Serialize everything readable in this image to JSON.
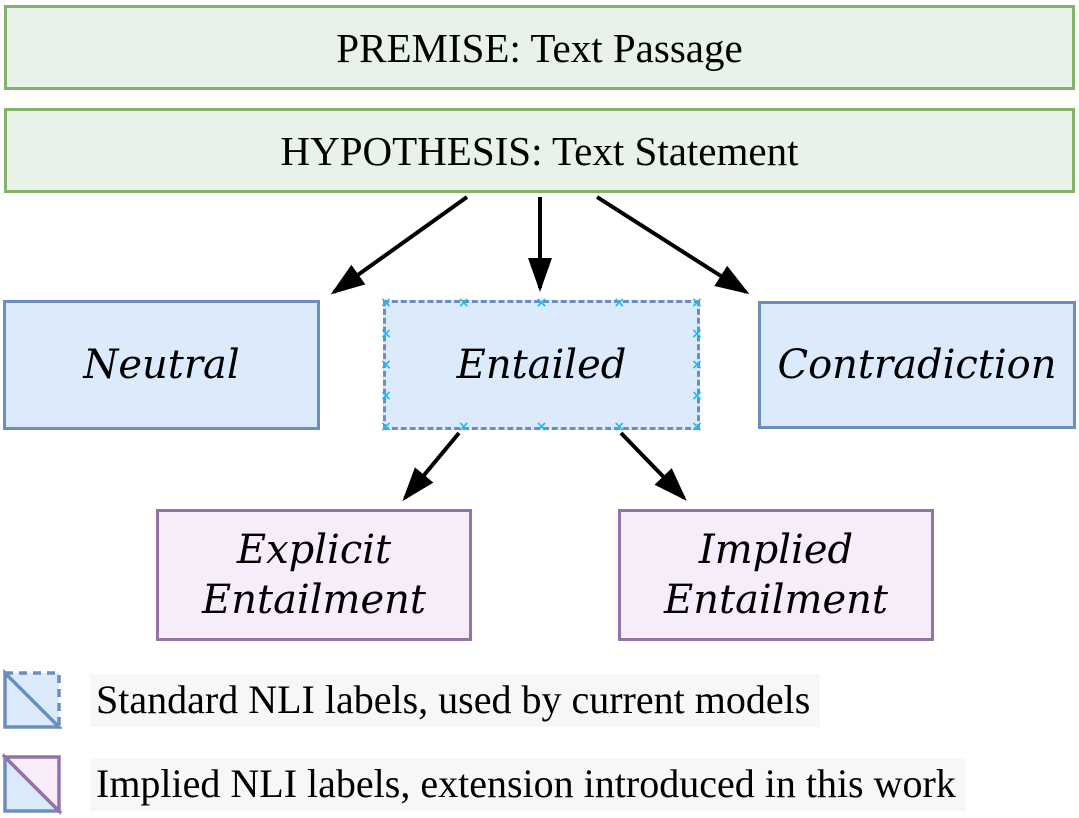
{
  "diagram": {
    "premise_label": "PREMISE: Text Passage",
    "hypothesis_label": "HYPOTHESIS: Text Statement",
    "nli_labels": {
      "neutral": "Neutral",
      "entailed": "Entailed",
      "contradiction": "Contradiction"
    },
    "entailment_types": {
      "explicit": "Explicit Entailment",
      "implied": "Implied Entailment"
    }
  },
  "legend": {
    "items": [
      {
        "icon": "standard-nli-swatch-icon",
        "label": "Standard NLI labels, used by current models"
      },
      {
        "icon": "implied-nli-swatch-icon",
        "label": "Implied NLI labels, extension introduced in this work"
      }
    ]
  },
  "colors": {
    "green_border": "#82b366",
    "green_fill": "#e9f2e8",
    "blue_border": "#6c8ebf",
    "blue_fill": "#dcebfc",
    "purple_border": "#9673a6",
    "purple_fill": "#f7ecfa",
    "connection_point": "#29b6f2",
    "arrow": "#000000",
    "legend_text_bg": "#f7f7f7"
  }
}
